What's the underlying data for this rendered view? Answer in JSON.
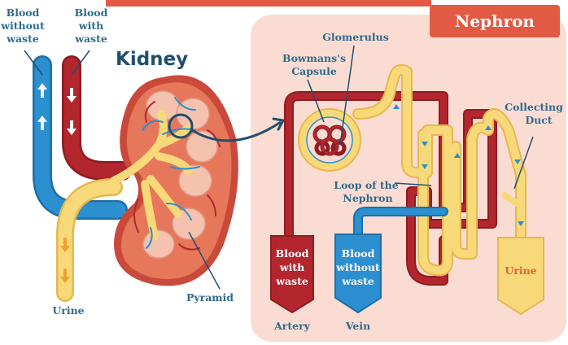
{
  "title": "Kidney",
  "nephron_title": "Nephron",
  "left_labels": {
    "blood_without_waste": [
      "Blood",
      "without",
      "waste"
    ],
    "blood_with_waste": [
      "Blood",
      "with",
      "waste"
    ],
    "urine": "Urine",
    "pyramid": "Pyramid"
  },
  "nephron_labels": {
    "glomerulus": "Glomerulus",
    "bowmans_capsule": [
      "Bowmans's",
      "Capsule"
    ],
    "collecting_duct": [
      "Collecting",
      "Duct"
    ],
    "loop": [
      "Loop of the",
      "Nephron"
    ],
    "artery_sign": [
      "Blood",
      "with",
      "waste"
    ],
    "vein_sign": [
      "Blood",
      "without",
      "waste"
    ],
    "urine_sign": "Urine",
    "artery": "Artery",
    "vein": "Vein"
  },
  "colors": {
    "artery": "#b3262e",
    "vein": "#2b8fd0",
    "urine": "#f7d97a",
    "kidney": "#e7775a",
    "panel": "#fbdcd2",
    "banner": "#e25a44",
    "label": "#2f6b8c"
  }
}
